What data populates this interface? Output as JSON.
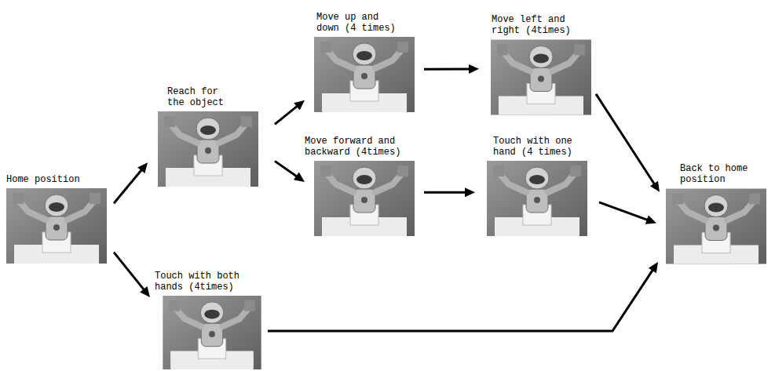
{
  "diagram": {
    "nodes": [
      {
        "text": [
          "Home position"
        ]
      },
      {
        "text": [
          "Reach for the object"
        ]
      },
      {
        "text": [
          "Move up and down (4 times)"
        ]
      },
      {
        "text": [
          "Move forward and backward (4times)"
        ]
      },
      {
        "text": [
          "Move left and right (4times)"
        ]
      },
      {
        "text": [
          "Touch with one hand (4 times)"
        ]
      },
      {
        "text": [
          "Touch with both hands (4times)"
        ]
      },
      {
        "text": [
          "Back to home position"
        ]
      }
    ],
    "edges": [
      {
        "from": 0,
        "to": 1,
        "arrow": "to"
      },
      {
        "from": 1,
        "to": 2,
        "arrow": "to"
      },
      {
        "from": 1,
        "to": 3,
        "arrow": "to"
      },
      {
        "from": 2,
        "to": 4,
        "arrow": "to"
      },
      {
        "from": 3,
        "to": 5,
        "arrow": "to"
      },
      {
        "from": 4,
        "to": 7,
        "arrow": "to"
      },
      {
        "from": 5,
        "to": 7,
        "arrow": "to"
      },
      {
        "from": 0,
        "to": 6,
        "arrow": "to"
      },
      {
        "from": 6,
        "to": 7,
        "arrow": "to"
      }
    ]
  }
}
